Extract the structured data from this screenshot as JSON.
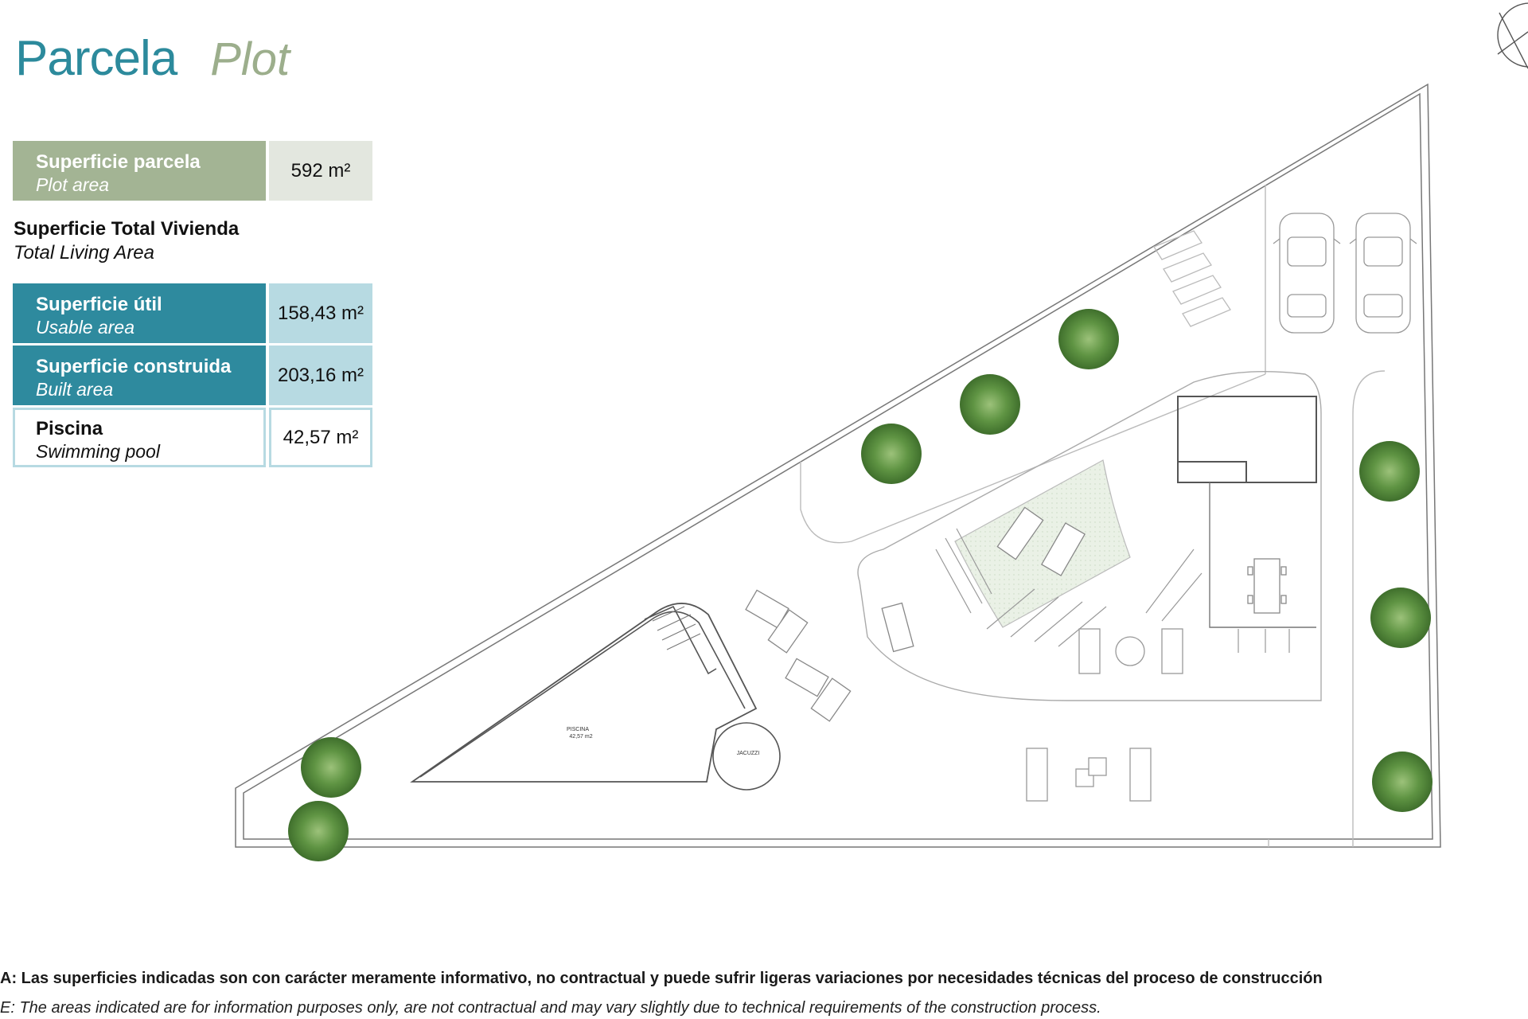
{
  "title": {
    "es": "Parcela",
    "en": "Plot"
  },
  "plot_area": {
    "label_es": "Superficie parcela",
    "label_en": "Plot area",
    "value": "592 m²"
  },
  "total_living": {
    "label_es": "Superficie Total Vivienda",
    "label_en": "Total Living Area"
  },
  "rows": [
    {
      "label_es": "Superficie útil",
      "label_en": "Usable area",
      "value": "158,43 m²"
    },
    {
      "label_es": "Superficie construida",
      "label_en": "Built area",
      "value": "203,16 m²"
    },
    {
      "label_es": "Piscina",
      "label_en": "Swimming pool",
      "value": "42,57 m²"
    }
  ],
  "plan": {
    "pool_label": "PISCINA",
    "pool_area": "42,57 m2",
    "jacuzzi_label": "JACUZZI"
  },
  "notes": {
    "es": "A: Las superficies indicadas son con carácter meramente informativo, no contractual y puede sufrir ligeras variaciones por necesidades técnicas del proceso de construcción",
    "en": "E: The areas indicated are for information purposes only, are not contractual and may vary slightly due to technical requirements of the construction process."
  },
  "colors": {
    "teal": "#2e8a9e",
    "sage": "#a3b494",
    "light_teal": "#b7dae2"
  }
}
